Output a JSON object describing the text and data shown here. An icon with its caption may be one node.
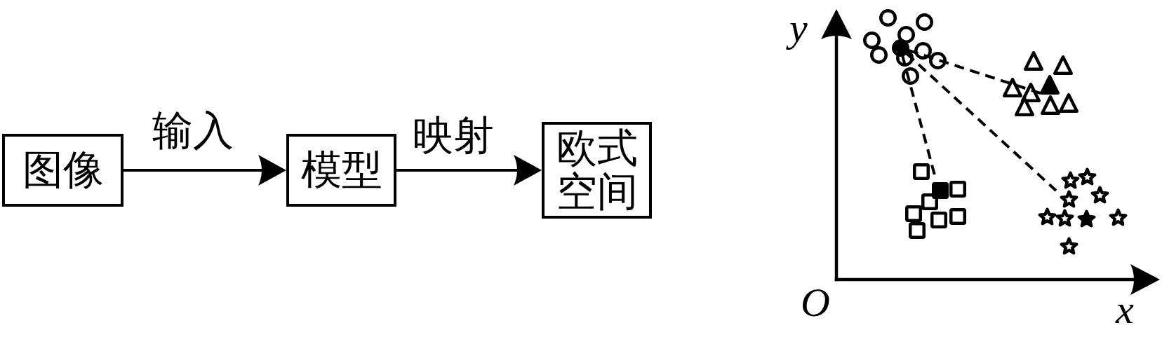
{
  "diagram": {
    "nodes": [
      {
        "text": [
          "图像"
        ]
      },
      {
        "text": [
          "模型"
        ]
      },
      {
        "text": [
          "欧式空间"
        ]
      }
    ],
    "edges": [
      {
        "from": 0,
        "to": 1,
        "arrow": "to",
        "label": "输入"
      },
      {
        "from": 1,
        "to": 2,
        "arrow": "to",
        "label": "映射"
      }
    ],
    "labels": [
      "y",
      "O",
      "x"
    ]
  }
}
